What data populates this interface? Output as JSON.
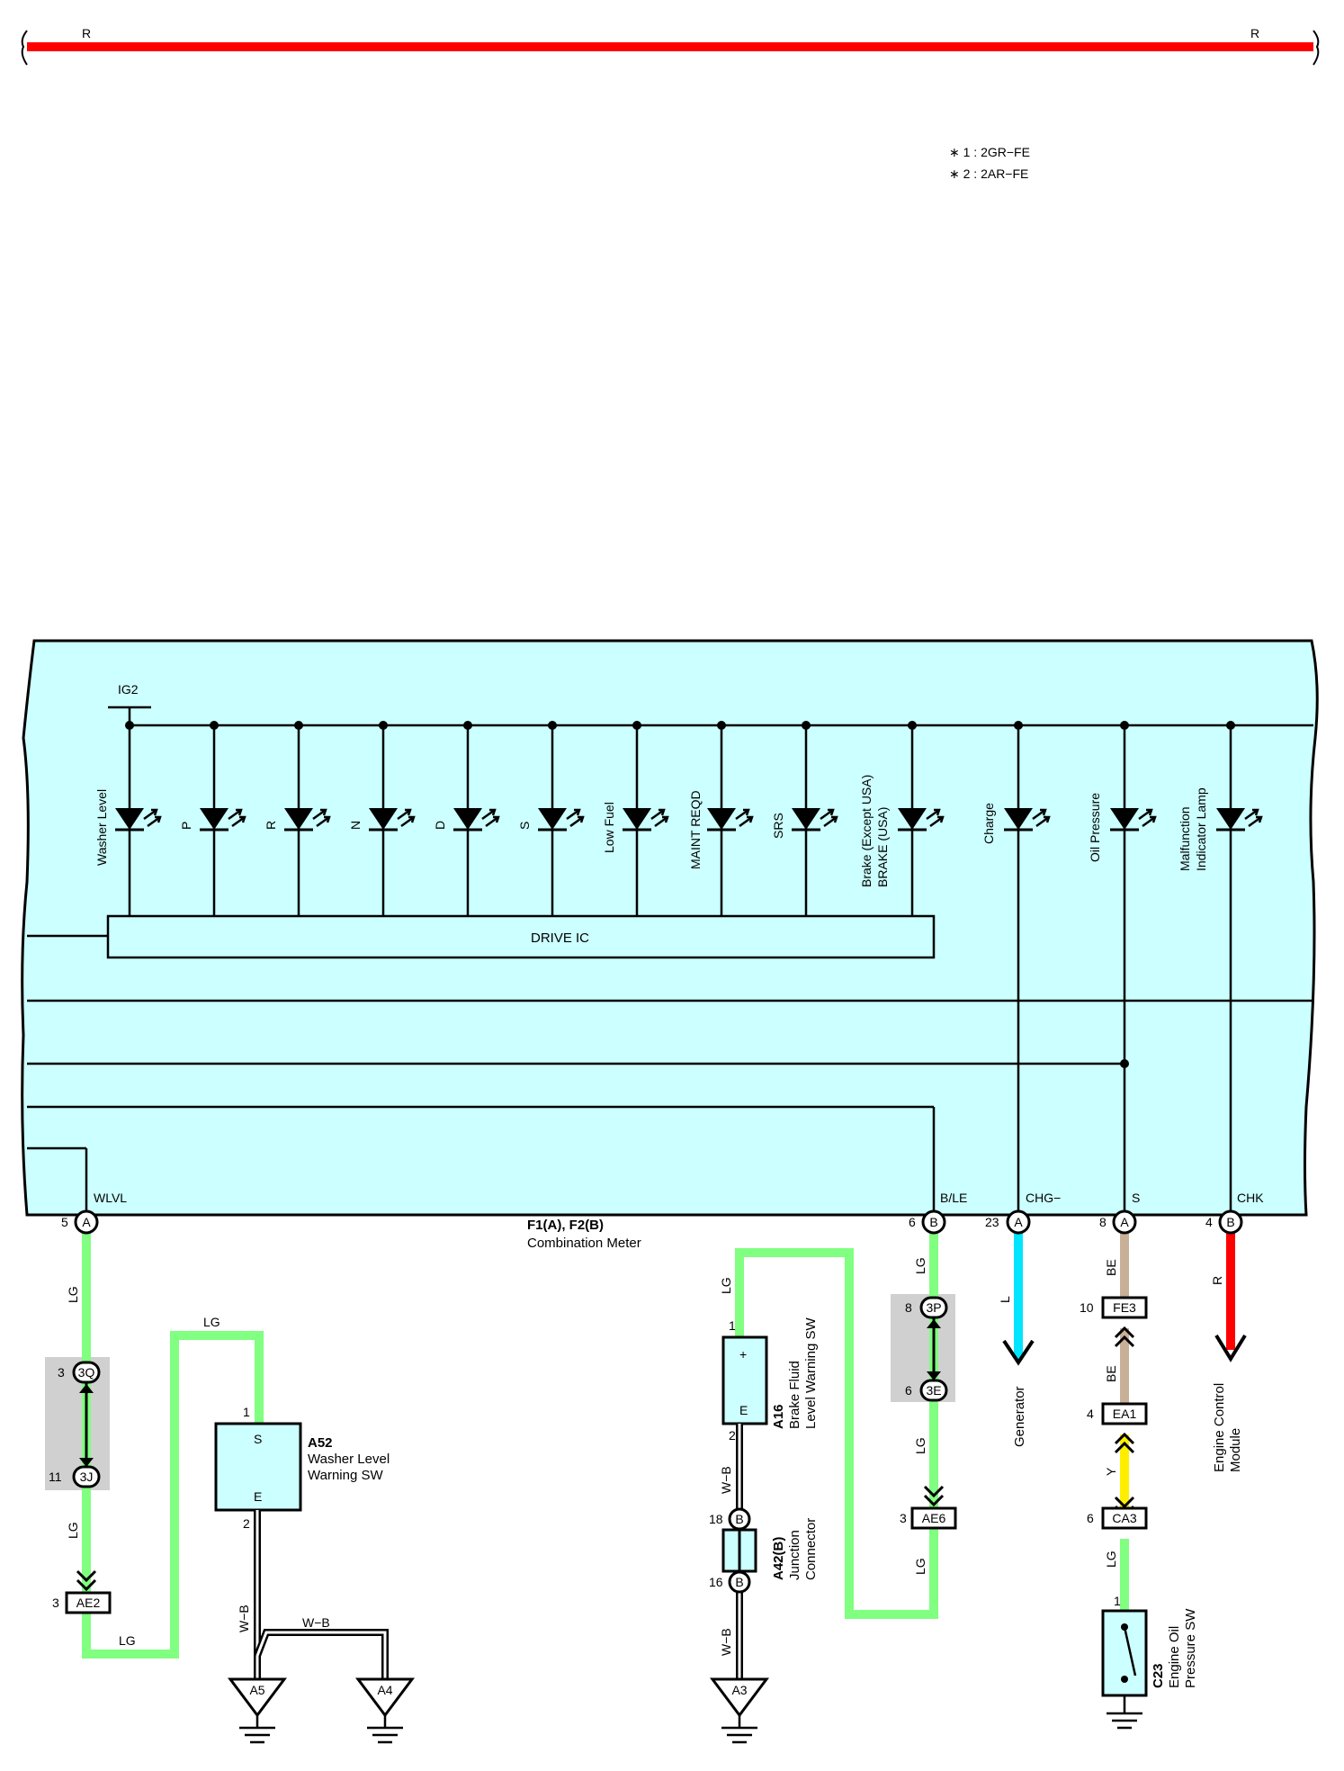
{
  "power_bus": {
    "left_label": "R",
    "right_label": "R"
  },
  "notes": [
    "∗ 1 : 2GR−FE",
    "∗ 2 : 2AR−FE"
  ],
  "meter": {
    "ig2": "IG2",
    "drive_ic": "DRIVE IC",
    "lamps": [
      "Washer Level",
      "P",
      "R",
      "N",
      "D",
      "S",
      "Low Fuel",
      "MAINT REQD",
      "SRS"
    ],
    "brake_lines": [
      "Brake (Except USA)",
      "BRAKE (USA)"
    ],
    "charge": "Charge",
    "oil_pressure": "Oil Pressure",
    "mil_lines": [
      "Malfunction",
      "Indicator Lamp"
    ],
    "terminals": {
      "wlvl": "WLVL",
      "ble": "B/LE",
      "chg": "CHG−",
      "s": "S",
      "chk": "CHK"
    },
    "connector_id": "F1(A), F2(B)",
    "connector_name": "Combination Meter"
  },
  "pins": {
    "wlvl_num": "5",
    "wlvl_conn": "A",
    "ble_num": "6",
    "ble_conn": "B",
    "chg_num": "23",
    "chg_conn": "A",
    "s_num": "8",
    "s_conn": "A",
    "chk_num": "4",
    "chk_conn": "B"
  },
  "wires": {
    "lg": "LG",
    "l": "L",
    "be": "BE",
    "r": "R",
    "y": "Y",
    "wb": "W−B"
  },
  "junctions": {
    "j3q_num": "3",
    "j3q": "3Q",
    "j3j_num": "11",
    "j3j": "3J",
    "j3p_num": "8",
    "j3p": "3P",
    "j3e_num": "6",
    "j3e": "3E",
    "ae2_num": "3",
    "ae2": "AE2",
    "ae6_num": "3",
    "ae6": "AE6",
    "fe3_num": "10",
    "fe3": "FE3",
    "ea1_num": "4",
    "ea1": "EA1",
    "ca3_num": "6",
    "ca3": "CA3"
  },
  "components": {
    "a52_id": "A52",
    "a52_lines": [
      "Washer Level",
      "Warning SW"
    ],
    "a52_pin1": "1",
    "a52_pin2": "2",
    "a52_s": "S",
    "a52_e": "E",
    "a16_id": "A16",
    "a16_lines": [
      "Brake Fluid",
      "Level Warning SW"
    ],
    "a16_pin1": "1",
    "a16_pin2": "2",
    "a16_plus": "+",
    "a16_e": "E",
    "a42_id": "A42(B)",
    "a42_lines": [
      "Junction",
      "Connector"
    ],
    "a42_pin18": "18",
    "a42_pin16": "16",
    "a42_b": "B",
    "c23_id": "C23",
    "c23_lines": [
      "Engine Oil",
      "Pressure SW"
    ],
    "c23_pin1": "1",
    "generator": "Generator",
    "ecm_lines": [
      "Engine Control",
      "Module"
    ]
  },
  "grounds": {
    "a5": "A5",
    "a4": "A4",
    "a3": "A3"
  },
  "colors": {
    "red": "#ff0000",
    "lg": "#80ff80",
    "l": "#00e5ff",
    "be": "#c8b098",
    "y": "#ffee00",
    "panel": "#ccffff",
    "gray": "#d0d0d0"
  }
}
